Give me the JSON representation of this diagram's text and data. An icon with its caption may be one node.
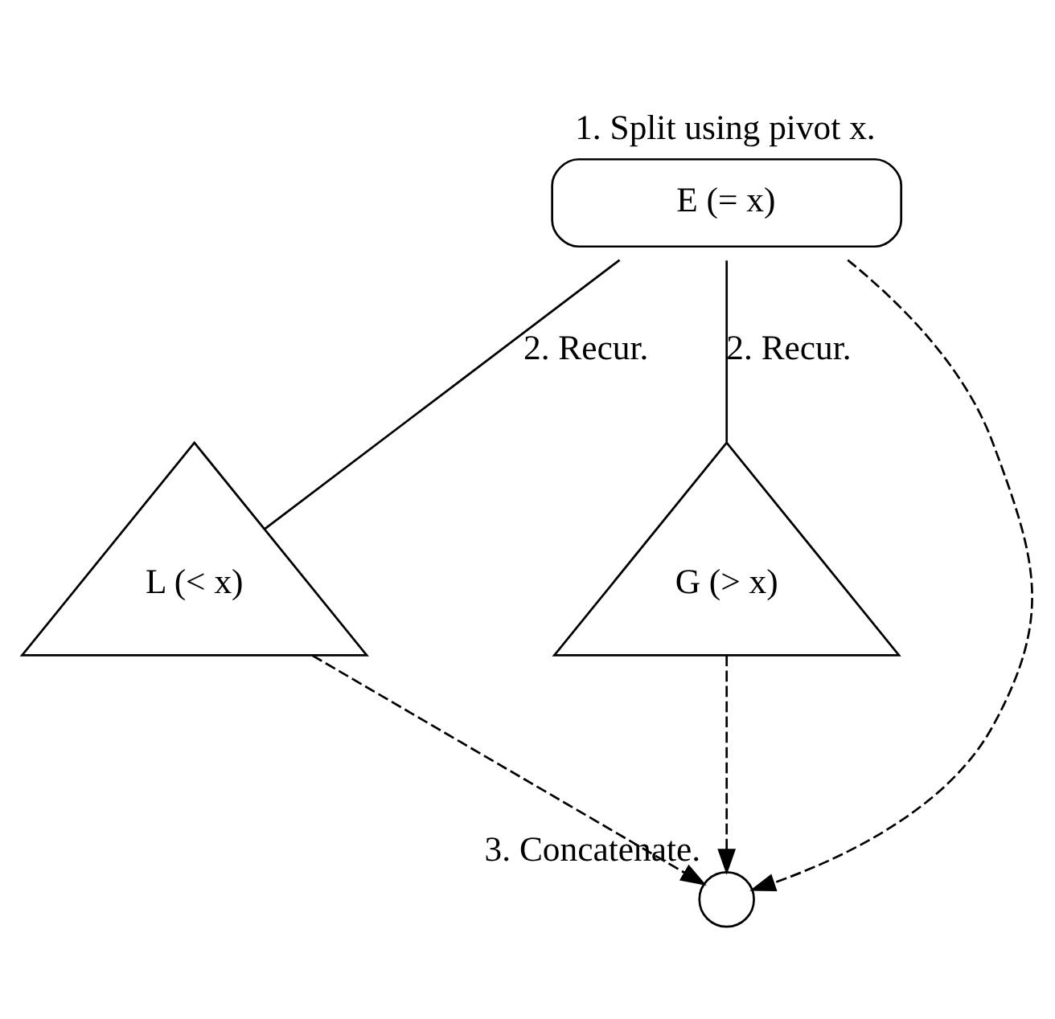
{
  "diagram": {
    "nodes": [
      {
        "text": [
          "1. Split using pivot x.",
          "E (= x)"
        ]
      },
      {
        "text": [
          "L (< x)"
        ]
      },
      {
        "text": [
          "G (> x)"
        ]
      },
      {
        "text": [],
        "shape": "circle",
        "beside": [
          "3. Concatenate."
        ]
      }
    ],
    "edges": [
      {
        "from": 0,
        "to": 1,
        "arrow": "none",
        "label": "2. Recur."
      },
      {
        "from": 0,
        "to": 2,
        "arrow": "none",
        "label": "2. Recur."
      },
      {
        "from": 1,
        "to": 3,
        "arrow": "to",
        "style": "dashed"
      },
      {
        "from": 0,
        "to": 3,
        "arrow": "to",
        "style": "dashed"
      },
      {
        "from": 2,
        "to": 3,
        "arrow": "to",
        "style": "dashed"
      }
    ]
  }
}
